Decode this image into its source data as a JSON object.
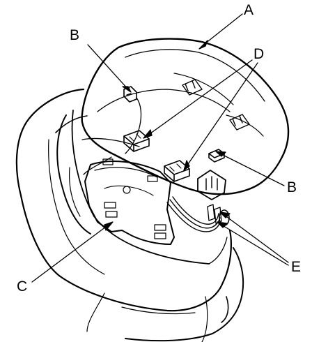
{
  "diagram": {
    "callouts": {
      "a": "A",
      "b_top": "B",
      "b_right": "B",
      "c": "C",
      "d": "D",
      "e": "E"
    },
    "colors": {
      "ink": "#000000",
      "paper": "#ffffff"
    }
  }
}
